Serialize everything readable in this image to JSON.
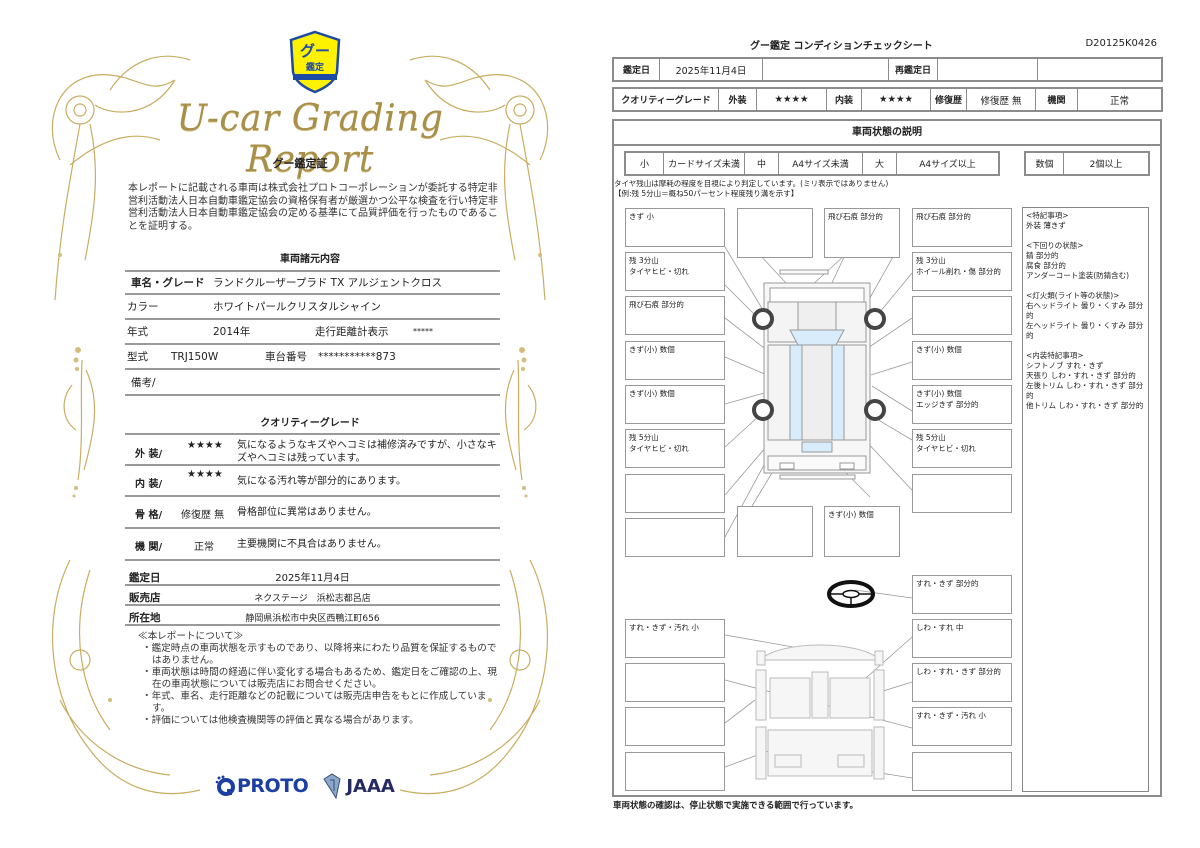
{
  "certificate": {
    "emblem": {
      "icon": "goo-kantei-shield-icon",
      "line1": "グー",
      "line2": "鑑定"
    },
    "script_title": "U-car Grading Report",
    "title": "グー鑑定証",
    "body": "本レポートに記載される車両は株式会社プロトコーポレーションが委託する特定非営利活動法人日本自動車鑑定協会の資格保有者が厳選かつ公平な検査を行い特定非営利活動法人日本自動車鑑定協会の定める基準にて品質評価を行ったものであることを証明する。",
    "spec_section_title": "車両諸元内容",
    "specs": {
      "name_grade_label": "車名・グレード",
      "name_grade_value": "ランドクルーザープラド TX アルジェントクロス",
      "color_label": "カラー",
      "color_value": "ホワイトパールクリスタルシャイン",
      "year_label": "年式",
      "year_value": "2014年",
      "mileage_label": "走行距離計表示",
      "mileage_value": "*****",
      "model_label": "型式",
      "model_value": "TRJ150W",
      "chassis_label": "車台番号",
      "chassis_value": "***********873",
      "remarks_label": "備考/"
    },
    "grade_section_title": "クオリティーグレード",
    "grades": [
      {
        "label": "外 装/",
        "value": "★★★★",
        "desc": "気になるようなキズやヘコミは補修済みですが、小さなキズやヘコミは残っています。"
      },
      {
        "label": "内 装/",
        "value": "★★★★",
        "desc": "気になる汚れ等が部分的にあります。"
      },
      {
        "label": "骨 格/",
        "value": "修復歴 無",
        "desc": "骨格部位に異常はありません。"
      },
      {
        "label": "機 関/",
        "value": "正常",
        "desc": "主要機関に不具合はありません。"
      }
    ],
    "info": [
      {
        "label": "鑑定日",
        "value": "2025年11月4日"
      },
      {
        "label": "販売店",
        "value": "ネクステージ　浜松志都呂店"
      },
      {
        "label": "所在地",
        "value": "静岡県浜松市中央区西鴨江町656"
      }
    ],
    "notes_title": "≪本レポートについて≫",
    "notes": [
      "・鑑定時点の車両状態を示すものであり、以降将来にわたり品質を保証するものではありません。",
      "・車両状態は時間の経過に伴い変化する場合もあるため、鑑定日をご確認の上、現在の車両状態については販売店にお問合せください。",
      "・年式、車名、走行距離などの記載については販売店申告をもとに作成しています。",
      "・評価については他検査機関等の評価と異なる場合があります。"
    ],
    "logos": {
      "proto": "PROTO",
      "jaaa": "JAAA"
    }
  },
  "check_sheet": {
    "title": "グー鑑定 コンディションチェックシート",
    "doc_no": "D20125K0426",
    "date_row": {
      "date_label": "鑑定日",
      "date_value": "2025年11月4日",
      "blank1": "",
      "re_label": "再鑑定日",
      "re_value": "",
      "blank2": ""
    },
    "grade_row": {
      "label": "クオリティーグレード",
      "exterior_label": "外装",
      "exterior_value": "★★★★",
      "interior_label": "内装",
      "interior_value": "★★★★",
      "repair_label": "修復歴",
      "repair_value": "修復歴 無",
      "engine_label": "機関",
      "engine_value": "正常"
    },
    "section_title": "車両状態の説明",
    "legend": {
      "small": "小",
      "small_desc": "カードサイズ未満",
      "medium": "中",
      "medium_desc": "A4サイズ未満",
      "large": "大",
      "large_desc": "A4サイズ以上",
      "several": "数個",
      "several_desc": "2個以上"
    },
    "tire_note_1": "タイヤ残山は摩耗の程度を目視により判定しています。(ミリ表示ではありません)",
    "tire_note_2": "【例:残 5分山＝概ね50パーセント程度残り溝を示す】",
    "exterior_boxes": {
      "lf_top": [
        "きず 小"
      ],
      "front_center": [],
      "windshield": [
        "飛び石痕 部分的"
      ],
      "rf_top": [
        "飛び石痕 部分的"
      ],
      "lf_tire": [
        "残 3分山",
        "タイヤヒビ・切れ"
      ],
      "rf_tire": [
        "残 3分山",
        "ホイール削れ・傷 部分的"
      ],
      "lf_fender": [
        "飛び石痕 部分的"
      ],
      "rf_fender": [],
      "l_front_door": [
        "きず(小) 数個"
      ],
      "r_front_door": [
        "きず(小) 数個"
      ],
      "l_rear_door": [
        "きず(小) 数個"
      ],
      "r_rear_door": [
        "きず(小) 数個",
        "エッジきず 部分的"
      ],
      "lr_tire": [
        "残 5分山",
        "タイヤヒビ・切れ"
      ],
      "rr_tire": [
        "残 5分山",
        "タイヤヒビ・切れ"
      ],
      "l_quarter": [],
      "r_quarter": [],
      "l_rear": [],
      "rear_center": [],
      "rear_bumper": [
        "きず(小) 数個"
      ]
    },
    "steering_box": [
      "すれ・きず 部分的"
    ],
    "interior_boxes": {
      "ceiling": [
        "すれ・きず・汚れ 小"
      ],
      "l_front_seat": [],
      "l_trim": [],
      "l_rear_seat": [],
      "r_front_seat": [
        "しわ・すれ 中"
      ],
      "r_trim": [
        "しわ・すれ・きず 部分的"
      ],
      "console": [
        "すれ・きず・汚れ 小"
      ],
      "r_rear": []
    },
    "remarks": [
      {
        "heading": "<特記事項>",
        "lines": [
          "外装 薄きず"
        ]
      },
      {
        "heading": "<下回りの状態>",
        "lines": [
          "錆 部分的",
          "腐食 部分的",
          "アンダーコート塗装(防錆含む)"
        ]
      },
      {
        "heading": "<灯火類(ライト等の状態)>",
        "lines": [
          "右ヘッドライト 曇り・くすみ 部分的",
          "左ヘッドライト 曇り・くすみ 部分的"
        ]
      },
      {
        "heading": "<内装特記事項>",
        "lines": [
          "シフトノブ すれ・きず",
          "天張り しわ・すれ・きず 部分的",
          "左後トリム しわ・すれ・きず 部分的",
          "他トリム しわ・すれ・きず 部分的"
        ]
      }
    ],
    "footer": "車両状態の確認は、停止状態で実施できる範囲で行っています。"
  }
}
